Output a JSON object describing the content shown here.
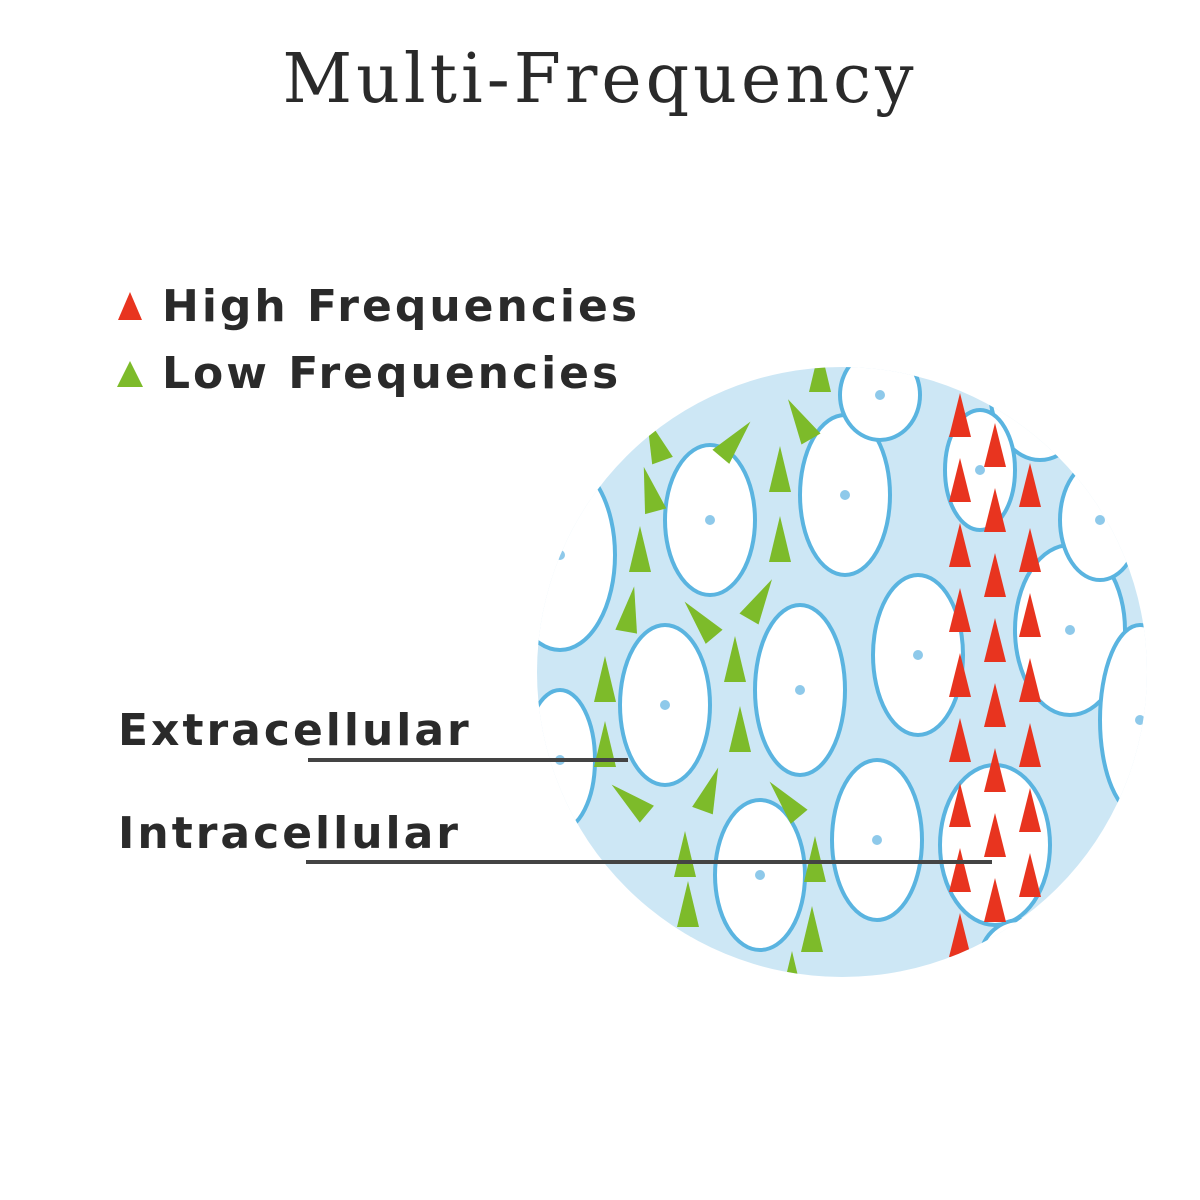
{
  "title": "Multi-Frequency",
  "legend": [
    {
      "label": "High Frequencies",
      "color": "#e8341f",
      "icon": "red-triangle-icon"
    },
    {
      "label": "Low Frequencies",
      "color": "#7dbb2a",
      "icon": "green-triangle-icon"
    }
  ],
  "labels": {
    "extracellular": "Extracellular",
    "intracellular": "Intracellular"
  },
  "colors": {
    "fluid": "#cde7f5",
    "cell_outline": "#5ab4e0",
    "cell_fill": "#ffffff",
    "nucleus": "#8ec9ea",
    "leader_line": "#444444"
  }
}
